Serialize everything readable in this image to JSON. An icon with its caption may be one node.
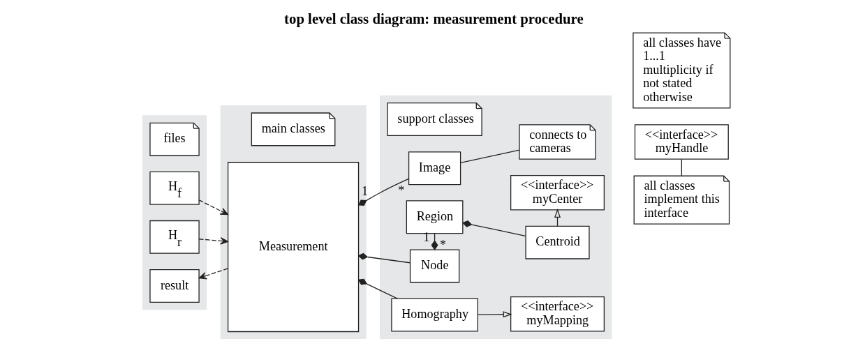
{
  "diagram": {
    "title": "top level class diagram: measurement procedure",
    "nodes": [
      {
        "text": [],
        "shape": "box"
      },
      {
        "text": [
          "files"
        ],
        "in": 0
      },
      {
        "text": [
          "H$_{f}$"
        ],
        "in": 0
      },
      {
        "text": [
          "H$_{r}$"
        ],
        "in": 0
      },
      {
        "text": [
          "result"
        ],
        "in": 0
      },
      {
        "text": [],
        "shape": "box"
      },
      {
        "text": [
          "main classes"
        ],
        "in": 5
      },
      {
        "text": [
          "Measurement"
        ],
        "in": 5
      },
      {
        "text": [],
        "shape": "box"
      },
      {
        "text": [
          "support classes"
        ],
        "in": 8
      },
      {
        "text": [
          "Image"
        ],
        "in": 8
      },
      {
        "text": [
          "connects to cameras"
        ],
        "in": 8
      },
      {
        "text": [
          "Node"
        ],
        "in": 8
      },
      {
        "text": [
          "<<interface>>",
          "myCenter"
        ],
        "in": 8
      },
      {
        "text": [
          "Region"
        ],
        "in": 8
      },
      {
        "text": [
          "Centroid"
        ],
        "in": 8
      },
      {
        "text": [
          "Homography"
        ],
        "in": 8
      },
      {
        "text": [
          "<<interface>>",
          "myMapping"
        ],
        "in": 8
      },
      {
        "text": [
          "<<interface>>",
          "myHandle"
        ]
      },
      {
        "text": [
          "all classes implement this interface"
        ]
      },
      {
        "text": [
          "all classes have 1...1 multiplicity if not stated otherwise"
        ]
      }
    ],
    "edges": [
      {
        "from": 2,
        "to": 7,
        "arrow": "to",
        "style": "dashed"
      },
      {
        "from": 3,
        "to": 7,
        "arrow": "to",
        "style": "dashed"
      },
      {
        "from": 7,
        "to": 4,
        "arrow": "to",
        "style": "dashed"
      },
      {
        "from": 7,
        "to": 10,
        "arrow": "other"
      },
      {
        "from": 7,
        "to": 12,
        "arrow": "other"
      },
      {
        "from": 7,
        "to": 16,
        "arrow": "other"
      },
      {
        "from": 10,
        "to": 11,
        "arrow": "none"
      },
      {
        "from": 12,
        "to": 14,
        "arrow": "other"
      },
      {
        "from": 15,
        "to": 13,
        "arrow": "to"
      },
      {
        "from": 14,
        "to": 15,
        "arrow": "other"
      },
      {
        "from": 16,
        "to": 17,
        "arrow": "to"
      },
      {
        "from": 18,
        "to": 19,
        "arrow": "none"
      }
    ],
    "labels": [
      "1",
      "*",
      "1",
      "*"
    ]
  }
}
